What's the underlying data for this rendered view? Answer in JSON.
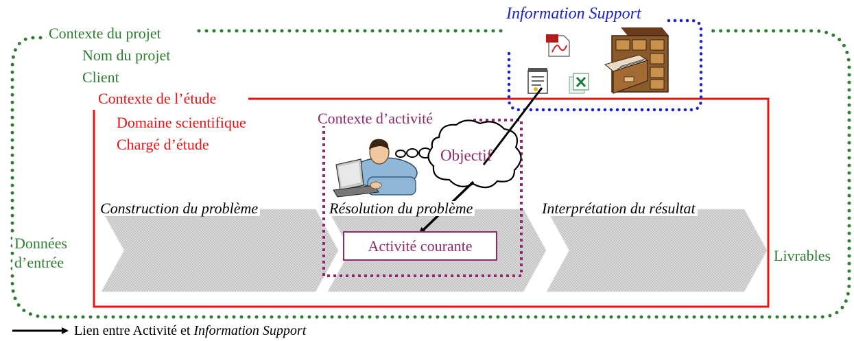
{
  "info_support": {
    "title": "Information Support"
  },
  "projet": {
    "title": "Contexte du projet",
    "nom": "Nom du projet",
    "client": "Client"
  },
  "etude": {
    "title": "Contexte de l’étude",
    "domaine": "Domaine scientifique",
    "charge": "Chargé d’étude"
  },
  "activite": {
    "title": "Contexte d’activité",
    "objectif": "Objectif",
    "courante": "Activité courante"
  },
  "phases": [
    "Construction du problème",
    "Résolution du problème",
    "Interprétation du résultat"
  ],
  "inputs": {
    "line1": "Données",
    "line2": "d’entrée"
  },
  "outputs": {
    "label": "Livrables"
  },
  "legend": {
    "text_plain": "Lien entre Activité et ",
    "text_italic": "Information Support"
  },
  "colors": {
    "projet": "#2e7d32",
    "etude": "#ee1111",
    "activite": "#8b2a6d",
    "info_support": "#1a22cc"
  },
  "icons": [
    "pdf-icon",
    "notepad-icon",
    "excel-icon",
    "filing-cabinet-icon",
    "person-at-computer-icon",
    "thought-bubble-icon"
  ]
}
